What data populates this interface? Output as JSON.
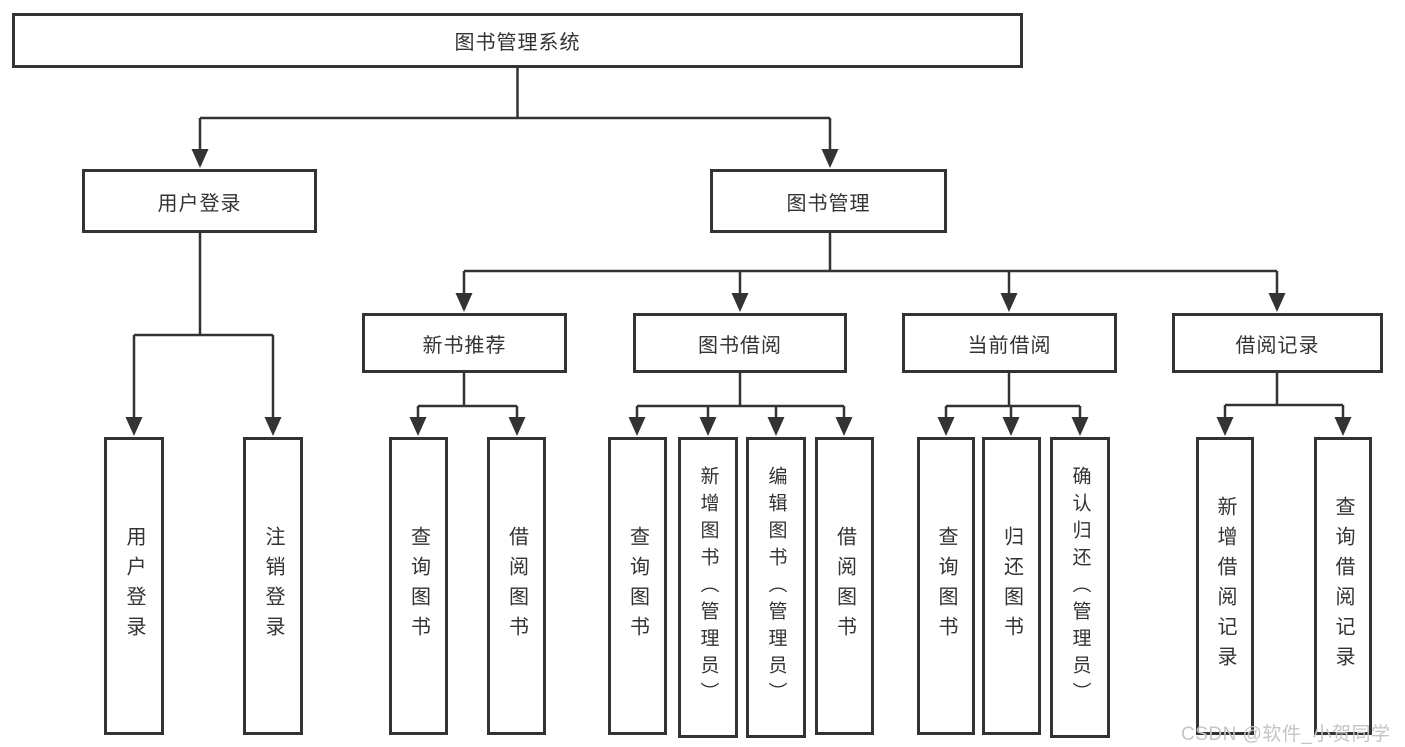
{
  "colors": {
    "line": "#333333",
    "text": "#333333",
    "watermark": "#c5c5c5",
    "background": "#ffffff"
  },
  "root": {
    "label": "图书管理系统"
  },
  "level2": [
    {
      "label": "用户登录"
    },
    {
      "label": "图书管理"
    }
  ],
  "level3": [
    {
      "label": "新书推荐"
    },
    {
      "label": "图书借阅"
    },
    {
      "label": "当前借阅"
    },
    {
      "label": "借阅记录"
    }
  ],
  "leaves": [
    {
      "label": "用户登录"
    },
    {
      "label": "注销登录"
    },
    {
      "label": "查询图书"
    },
    {
      "label": "借阅图书"
    },
    {
      "label": "查询图书"
    },
    {
      "label": "新增图书（管理员）"
    },
    {
      "label": "编辑图书（管理员）"
    },
    {
      "label": "借阅图书"
    },
    {
      "label": "查询图书"
    },
    {
      "label": "归还图书"
    },
    {
      "label": "确认归还（管理员）"
    },
    {
      "label": "新增借阅记录"
    },
    {
      "label": "查询借阅记录"
    }
  ],
  "watermark": {
    "text": "CSDN @软件_小贺同学"
  }
}
